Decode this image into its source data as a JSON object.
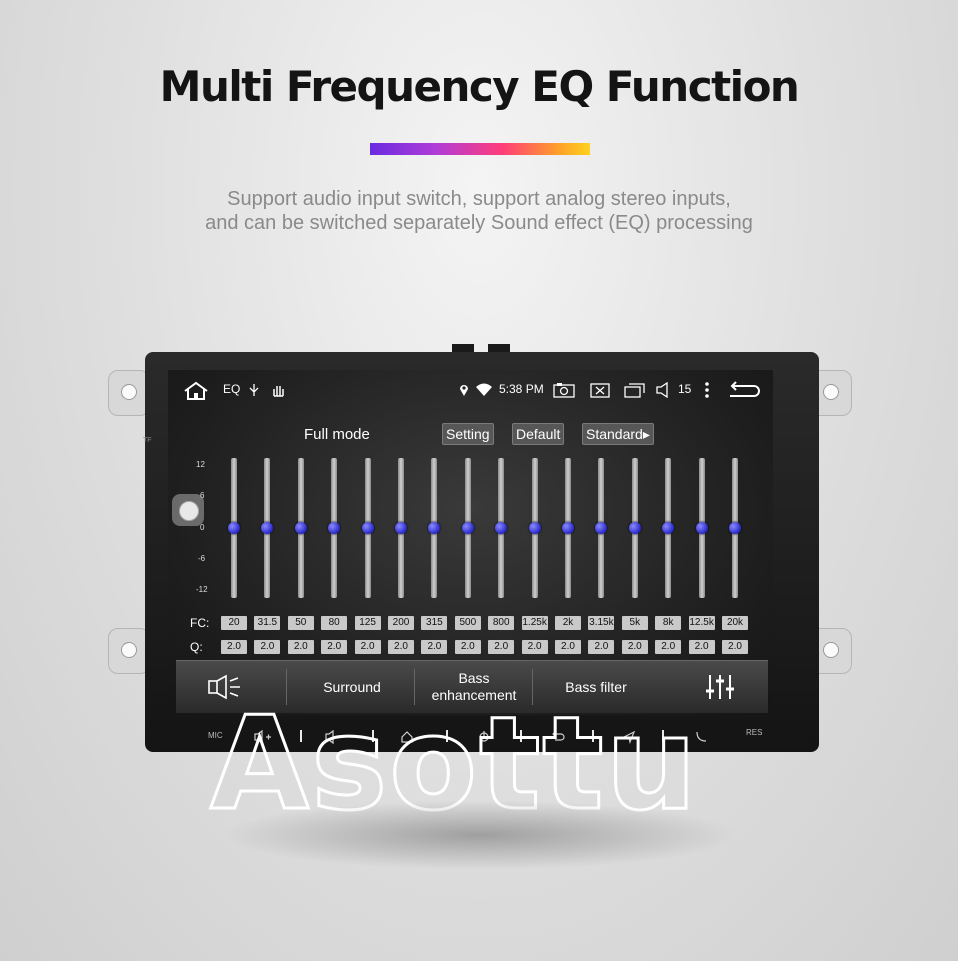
{
  "header": {
    "title": "Multi Frequency EQ Function",
    "subtitle_line1": "Support audio input switch, support analog stereo inputs,",
    "subtitle_line2": "and can be switched separately Sound effect (EQ) processing",
    "accent_gradient": [
      "#6a2be0",
      "#b03cd8",
      "#ff3d7a",
      "#ff9d2c",
      "#ffd21e"
    ]
  },
  "device": {
    "side_label": "TF",
    "mic_label": "MIC",
    "res_label": "RES",
    "watermark": "Asottu"
  },
  "status_bar": {
    "app_label": "EQ",
    "time": "5:38 PM",
    "volume": "15",
    "icons": [
      "home-icon",
      "usb-icon",
      "hand-icon",
      "location-icon",
      "wifi-icon",
      "camera-icon",
      "close-box-icon",
      "windows-icon",
      "volume-icon",
      "more-icon",
      "back-icon"
    ]
  },
  "eq": {
    "mode_label": "Full mode",
    "buttons": {
      "setting": "Setting",
      "default": "Default",
      "standard": "Standard▸"
    },
    "y_ticks": [
      "12",
      "6",
      "0",
      "-6",
      "-12"
    ],
    "fc_label": "FC:",
    "q_label": "Q:",
    "bands": [
      {
        "fc": "20",
        "q": "2.0",
        "gain": 0
      },
      {
        "fc": "31.5",
        "q": "2.0",
        "gain": 0
      },
      {
        "fc": "50",
        "q": "2.0",
        "gain": 0
      },
      {
        "fc": "80",
        "q": "2.0",
        "gain": 0
      },
      {
        "fc": "125",
        "q": "2.0",
        "gain": 0
      },
      {
        "fc": "200",
        "q": "2.0",
        "gain": 0
      },
      {
        "fc": "315",
        "q": "2.0",
        "gain": 0
      },
      {
        "fc": "500",
        "q": "2.0",
        "gain": 0
      },
      {
        "fc": "800",
        "q": "2.0",
        "gain": 0
      },
      {
        "fc": "1.25k",
        "q": "2.0",
        "gain": 0
      },
      {
        "fc": "2k",
        "q": "2.0",
        "gain": 0
      },
      {
        "fc": "3.15k",
        "q": "2.0",
        "gain": 0
      },
      {
        "fc": "5k",
        "q": "2.0",
        "gain": 0
      },
      {
        "fc": "8k",
        "q": "2.0",
        "gain": 0
      },
      {
        "fc": "12.5k",
        "q": "2.0",
        "gain": 0
      },
      {
        "fc": "20k",
        "q": "2.0",
        "gain": 0
      }
    ],
    "knob_color": "#2727c8"
  },
  "bottom_bar": {
    "surround": "Surround",
    "bass_line1": "Bass",
    "bass_line2": "enhancement",
    "bass_filter": "Bass filter"
  }
}
